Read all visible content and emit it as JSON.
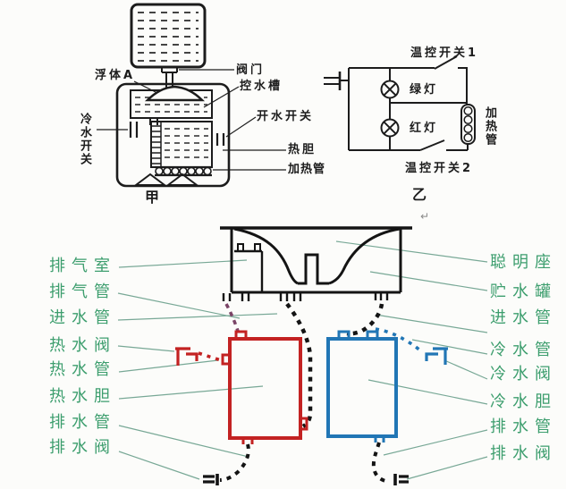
{
  "colors": {
    "label_green": "#3d9e6e",
    "hot_red": "#c32222",
    "cold_blue": "#2176b5",
    "vent_purple": "#7a4466",
    "line_black": "#1a1a1a",
    "leader_teal": "#78a896"
  },
  "panel_jia": {
    "caption": "甲",
    "labels": {
      "float_a": "浮体A",
      "valve": "阀门",
      "water_control_trough": "控水槽",
      "cold_water_switch": "冷水开关",
      "boiling_water_switch": "开水开关",
      "hot_tank": "热胆",
      "heating_tube": "加热管"
    }
  },
  "panel_yi": {
    "caption": "乙",
    "labels": {
      "thermo_switch_1": "温控开关1",
      "green_lamp": "绿灯",
      "red_lamp": "红灯",
      "heating_tube": "加热管",
      "thermo_switch_2": "温控开关2"
    }
  },
  "panel_dispenser": {
    "left_labels": [
      "排气室",
      "排气管",
      "进水管",
      "热水阀",
      "热水管",
      "热水胆",
      "排水管",
      "排水阀"
    ],
    "right_labels": [
      "聪明座",
      "贮水罐",
      "进水管",
      "冷水管",
      "冷水阀",
      "冷水胆",
      "排水管",
      "排水阀"
    ],
    "return_mark": "↵"
  }
}
